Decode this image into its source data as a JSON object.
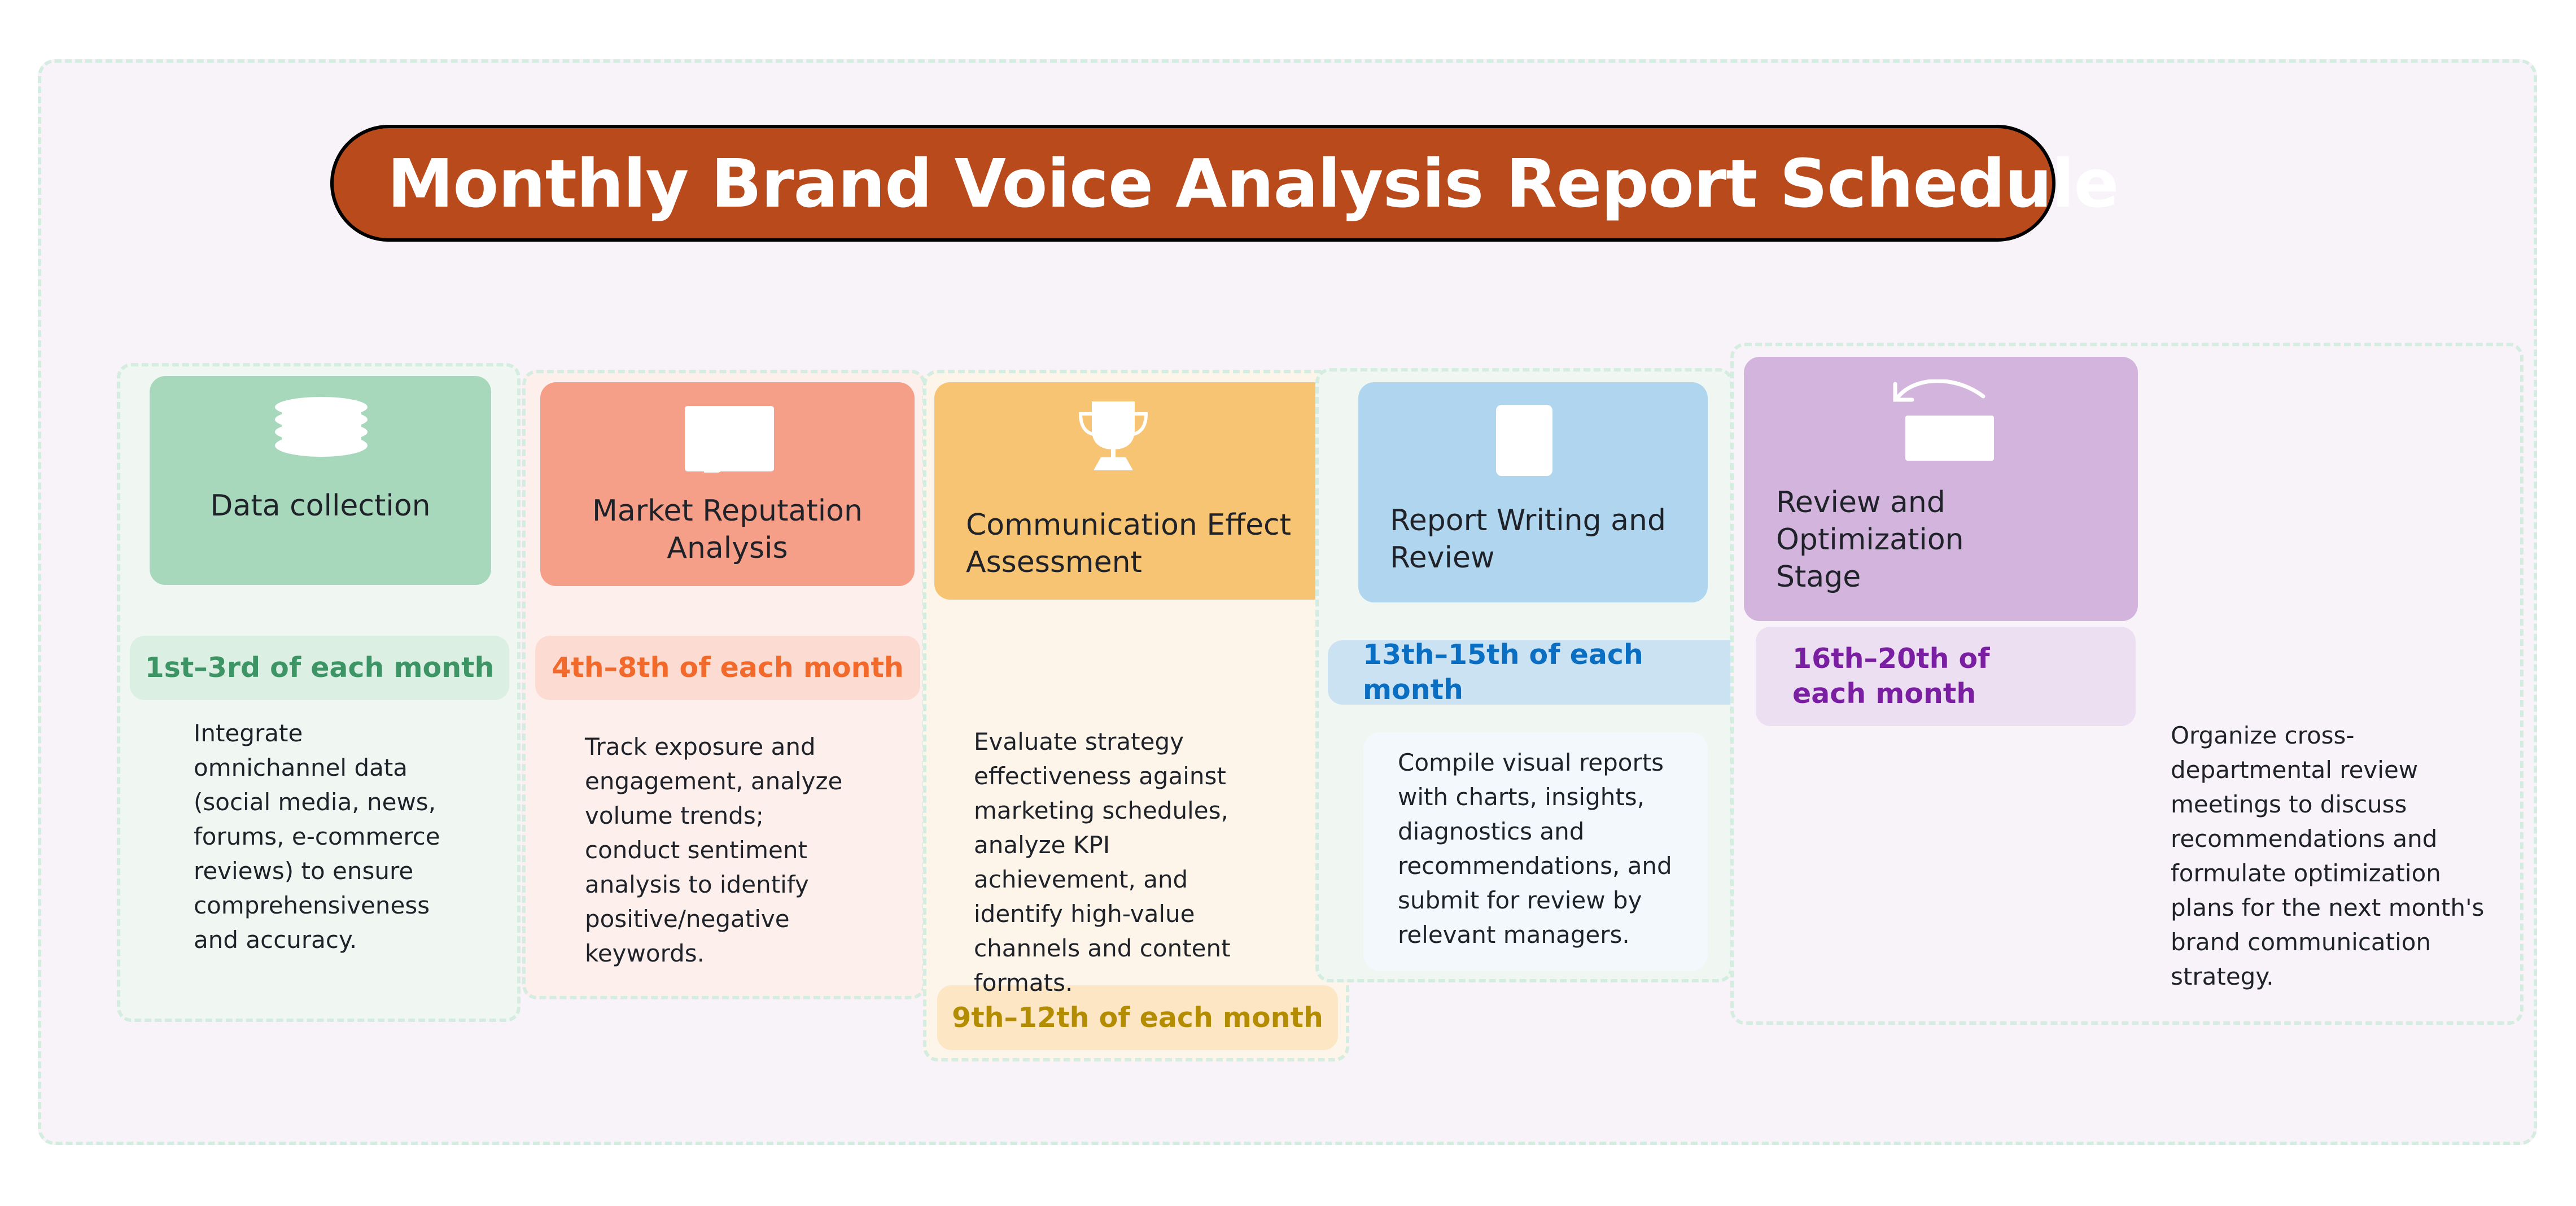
{
  "title": "Monthly Brand Voice Analysis Report Schedule",
  "colors": {
    "title_bg": "#b84a1c",
    "frame_bg": "#f7f3f9",
    "dashed_border": "#d4ede0"
  },
  "stages": [
    {
      "name": "Data collection",
      "icon": "database-icon",
      "date": "1st–3rd of each month",
      "description": "Integrate omnichannel data (social media, news, forums, e-commerce reviews) to ensure comprehensiveness and accuracy.",
      "header_color": "#a8d8bc",
      "column_bg": "#f0f7f3",
      "date_bg": "#dbefe3",
      "date_color": "#3d9465"
    },
    {
      "name": "Market Reputation Analysis",
      "icon": "speech-bubble-icon",
      "date": "4th–8th of each month",
      "description": "Track exposure and engagement, analyze volume trends; conduct sentiment analysis to identify positive/negative keywords.",
      "header_color": "#f59f88",
      "column_bg": "#fdf0ec",
      "date_bg": "#fcdbd2",
      "date_color": "#f26a2b"
    },
    {
      "name": "Communication Effect Assessment",
      "icon": "trophy-icon",
      "date": "9th–12th of each month",
      "description": "Evaluate strategy effectiveness against marketing schedules, analyze KPI achievement, and identify high-value channels and content formats.",
      "header_color": "#f7c473",
      "column_bg": "#fdf5ea",
      "date_bg": "#fce6c4",
      "date_color": "#b48c00"
    },
    {
      "name": "Report Writing and Review",
      "icon": "document-icon",
      "date": "13th–15th of each month",
      "description": "Compile visual reports with charts, insights, diagnostics and recommendations, and submit for review by relevant managers.",
      "header_color": "#b0d6ef",
      "column_bg": "#f0f7f3",
      "date_bg": "#cbe2f3",
      "date_color": "#0a6fc2"
    },
    {
      "name": "Review and Optimization Stage",
      "icon": "undo-rotate-icon",
      "date": "16th–20th of each month",
      "description": "Organize cross-departmental review meetings to discuss recommendations and formulate optimization plans for the next month's brand communication strategy.",
      "header_color": "#d3b4dd",
      "column_bg": "#f7f3f9",
      "date_bg": "#ecdff1",
      "date_color": "#7b1fa2"
    }
  ]
}
